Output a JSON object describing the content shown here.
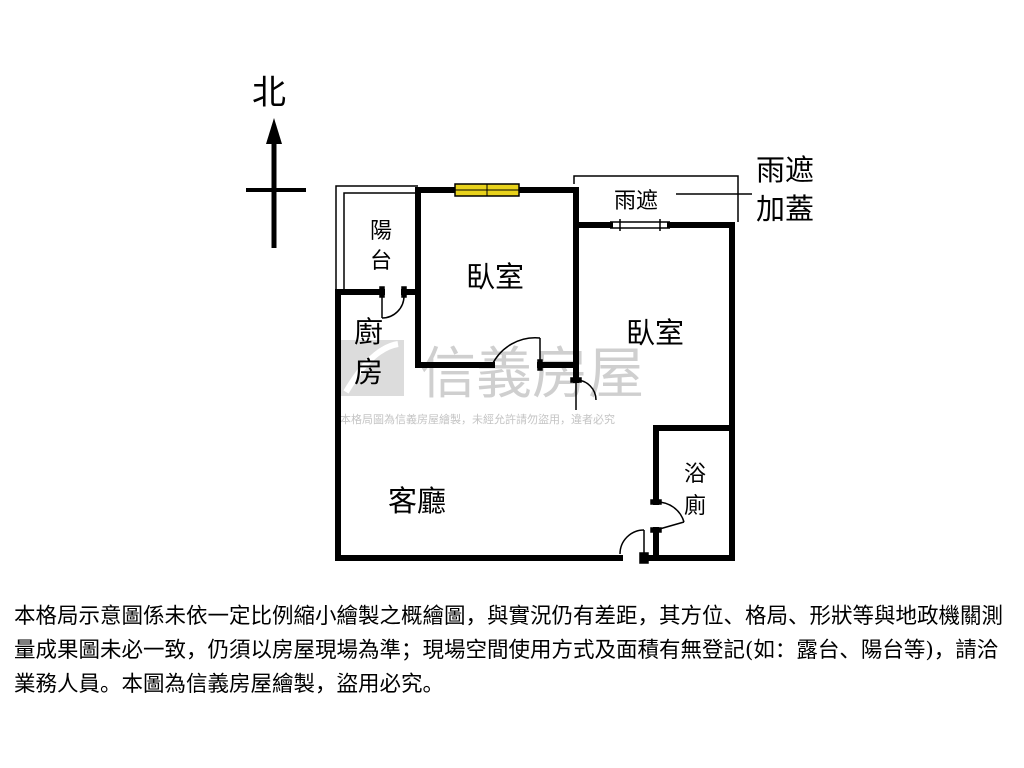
{
  "compass": {
    "label": "北"
  },
  "rooms": {
    "balcony": "陽台",
    "bedroom_1": "臥室",
    "bedroom_2": "臥室",
    "canopy": "雨遮",
    "kitchen": "廚房",
    "living_room": "客廳",
    "bathroom": "浴廁"
  },
  "annotation": {
    "line1": "雨遮",
    "line2": "加蓋"
  },
  "watermark": {
    "brand": "信義房屋",
    "notice": "本格局圖為信義房屋繪製，未經允許請勿盜用，違者必究"
  },
  "disclaimer": "本格局示意圖係未依一定比例縮小繪製之概繪圖，與實況仍有差距，其方位、格局、形狀等與地政機關測量成果圖未必一致，仍須以房屋現場為準；現場空間使用方式及面積有無登記(如：露台、陽台等)，請洽業務人員。本圖為信義房屋繪製，盜用必究。",
  "colors": {
    "wall": "#000000",
    "window": "#e8d21c",
    "watermark": "#cfcfcf"
  }
}
